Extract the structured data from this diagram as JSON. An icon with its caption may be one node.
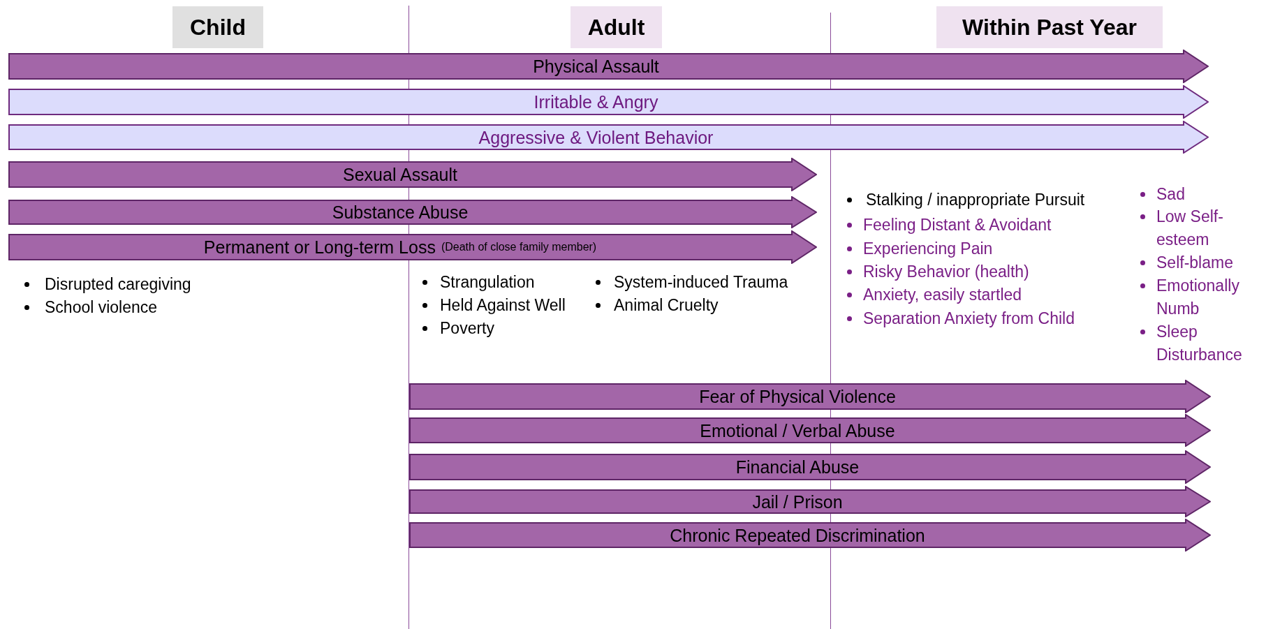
{
  "diagram": {
    "nodes": [
      {
        "text": [
          "Child"
        ]
      },
      {
        "text": [
          "Adult"
        ]
      },
      {
        "text": [
          "Within Past Year"
        ]
      },
      {
        "text": [
          "Physical Assault"
        ]
      },
      {
        "text": [
          "Irritable & Angry"
        ]
      },
      {
        "text": [
          "Aggressive & Violent Behavior"
        ]
      },
      {
        "text": [
          "Sexual Assault"
        ]
      },
      {
        "text": [
          "Substance Abuse"
        ]
      },
      {
        "text": [
          "Permanent or Long-term Loss",
          "(Death of close family member)"
        ]
      },
      {
        "text": [
          "Fear of Physical Violence"
        ]
      },
      {
        "text": [
          "Emotional / Verbal Abuse"
        ]
      },
      {
        "text": [
          "Financial Abuse"
        ]
      },
      {
        "text": [
          "Jail / Prison"
        ]
      },
      {
        "text": [
          "Chronic Repeated Discrimination"
        ]
      }
    ],
    "edges": [],
    "labels": [
      "Disrupted caregiving",
      "School violence",
      "Strangulation",
      "Held Against Well",
      "Poverty",
      "System-induced Trauma",
      "Animal Cruelty",
      "Stalking / inappropriate Pursuit",
      "Feeling Distant & Avoidant",
      "Experiencing Pain",
      "Risky Behavior (health)",
      "Anxiety, easily startled",
      "Separation Anxiety from Child",
      "Sad",
      "Low Self-esteem",
      "Self-blame",
      "Emotionally Numb",
      "Sleep Disturbance"
    ]
  }
}
